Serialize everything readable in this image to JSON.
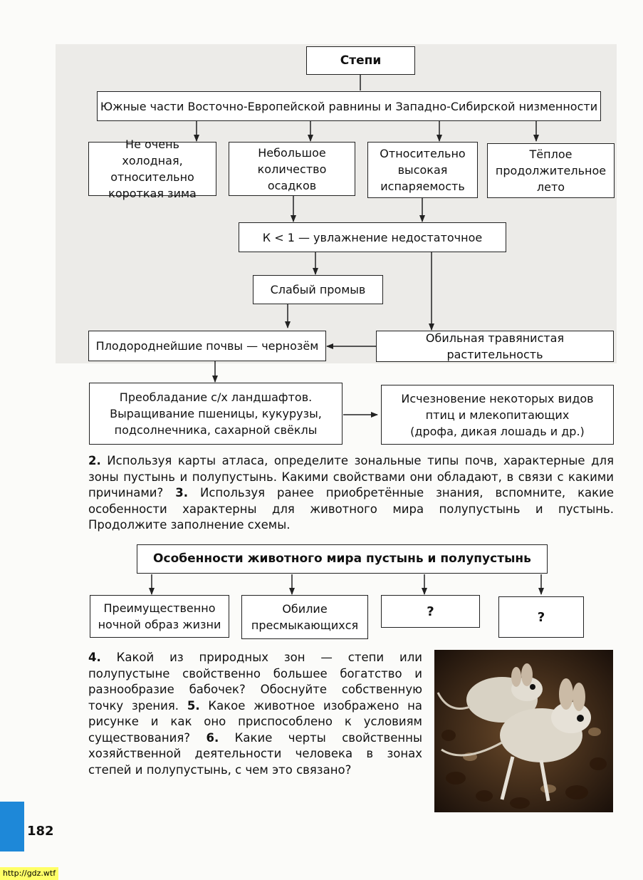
{
  "diagram1": {
    "title": "Степи",
    "region": "Южные части Восточно-Европейской равнины и Западно-Сибирской низменности",
    "winter": "Не очень холодная,\nотносительно\nкороткая зима",
    "precip": "Небольшое\nколичество\nосадков",
    "evap": "Относительно\nвысокая\nиспаряемость",
    "summer": "Тёплое\nпродолжительное\nлето",
    "k": "К < 1 — увлажнение недостаточное",
    "leach": "Слабый промыв",
    "soils": "Плодороднейшие почвы — чернозём",
    "grass": "Обильная травянистая растительность",
    "agri": "Преобладание с/х ландшафтов.\nВыращивание пшеницы, кукурузы,\nподсолнечника, сахарной свёклы",
    "loss": "Исчезновение некоторых видов\nптиц и млекопитающих\n(дрофа, дикая лошадь и др.)"
  },
  "para1": {
    "n2": "2.",
    "t2": " Используя карты атласа, определите зональные типы почв, характерные для зоны пустынь и полупустынь. Какими свойствами они обладают, в связи с какими причинами? ",
    "n3": "3.",
    "t3": " Используя ранее приобретённые знания, вспомните, какие особенности характерны для животного мира полупустынь и пустынь. Продолжите заполнение схемы."
  },
  "diagram2": {
    "title": "Особенности животного мира пустынь и полупустынь",
    "night": "Преимущественно\nночной образ жизни",
    "reptiles": "Обилие\nпресмыкающихся",
    "q1": "?",
    "q2": "?"
  },
  "para2": {
    "n4": "4.",
    "t4": " Какой из природных зон — степи или полупустыне свойственно большее богатство и разнообразие бабочек? Обоснуйте собственную точку зрения. ",
    "n5": "5.",
    "t5": " Какое животное изображено на рисунке и как оно приспособлено к условиям существования? ",
    "n6": "6.",
    "t6": " Какие черты свойственны хозяйственной деятельности человека в зонах степей и полупустынь, с чем это связано?"
  },
  "page_number": "182",
  "watermark": "http://gdz.wtf"
}
